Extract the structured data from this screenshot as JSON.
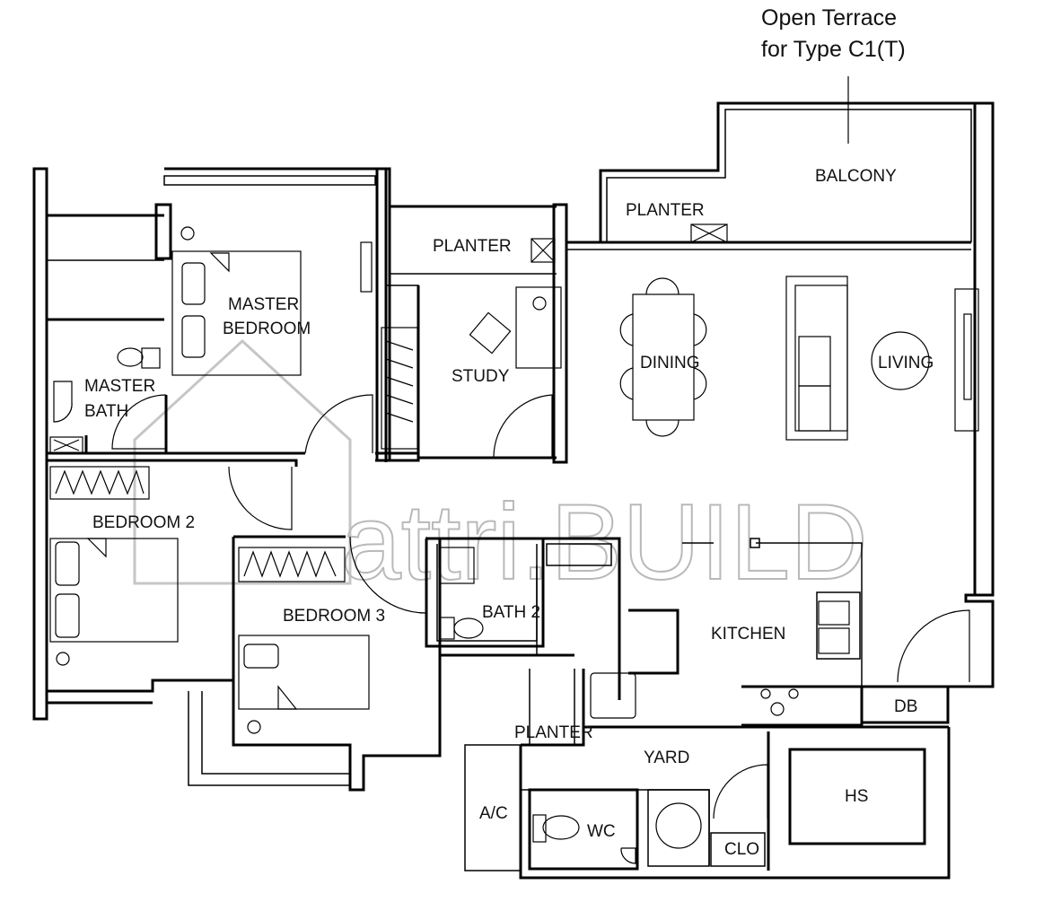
{
  "note": {
    "line1": "Open Terrace",
    "line2": "for Type C1(T)"
  },
  "watermark": "attri.BUILD",
  "rooms": {
    "balcony": "BALCONY",
    "planter_top_right": "PLANTER",
    "planter_top_mid": "PLANTER",
    "master_bedroom_1": "MASTER",
    "master_bedroom_2": "BEDROOM",
    "master_bath_1": "MASTER",
    "master_bath_2": "BATH",
    "study": "STUDY",
    "dining": "DINING",
    "living": "LIVING",
    "bedroom2": "BEDROOM 2",
    "bedroom3": "BEDROOM 3",
    "bath2": "BATH 2",
    "kitchen": "KITCHEN",
    "db": "DB",
    "planter_bottom": "PLANTER",
    "yard": "YARD",
    "hs": "HS",
    "ac": "A/C",
    "wc": "WC",
    "clo": "CLO"
  }
}
